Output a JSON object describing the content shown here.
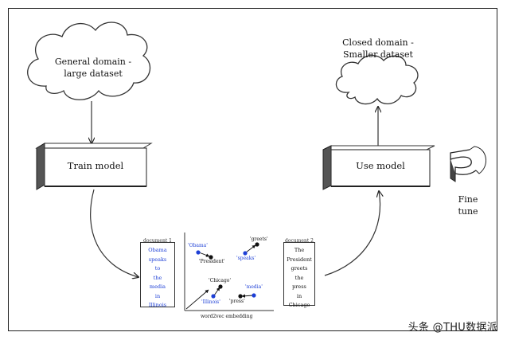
{
  "clouds": {
    "general": "General domain -\nlarge dataset",
    "closed": "Closed domain -\nSmaller dataset"
  },
  "boxes": {
    "train": "Train model",
    "use": "Use model"
  },
  "fine_tune": "Fine\ntune",
  "documents": {
    "doc1": {
      "title": "document 1",
      "words": [
        "Obama",
        "speaks",
        "to",
        "the",
        "media",
        "in",
        "Illinois"
      ]
    },
    "doc2": {
      "title": "document 2",
      "words": [
        "The",
        "President",
        "greets",
        "the",
        "press",
        "in",
        "Chicago"
      ]
    }
  },
  "embedding": {
    "axis_label": "word2vec embedding",
    "labels": {
      "obama": "'Obama'",
      "president": "'President'",
      "speaks": "'speaks'",
      "greets": "'greets'",
      "chicago": "'Chicago'",
      "illinois": "'Illinois'",
      "media": "'media'",
      "press": "'press'"
    }
  },
  "watermark": "头条 @THU数据派"
}
